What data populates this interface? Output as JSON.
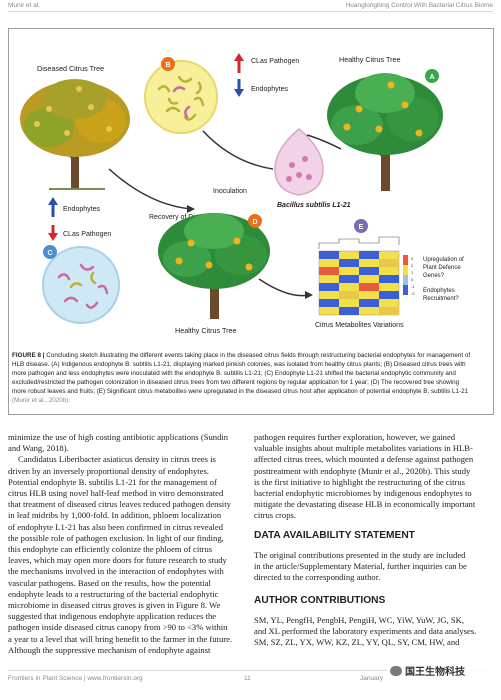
{
  "header": {
    "left": "Munir et al.",
    "right": "Huanglongbing Control With Bacterial Citrus Biome"
  },
  "figure": {
    "labels": {
      "diseased_tree": "Diseased Citrus Tree",
      "healthy_tree_top": "Healthy Citrus Tree",
      "healthy_tree_bottom": "Healthy Citrus Tree",
      "recovery": "Recovery of Diseased Tree",
      "clas_pathogen_b": "CLas Pathogen",
      "endophytes_b": "Endophytes",
      "endophytes_c": "Endophytes",
      "clas_pathogen_c": "CLas Pathogen",
      "inoculation": "Inoculation",
      "bacillus": "Bacillus subtilis L1-21",
      "metabolites": "Citrus Metabolites Variations",
      "upregulation": [
        "Upregulation of",
        "Plant Defence",
        "Genes?"
      ],
      "recruitment": [
        "Endophytes",
        "Recruitment?"
      ],
      "legend_nums": [
        "3",
        "2",
        "1",
        "0",
        "-1",
        "-2"
      ],
      "badges": [
        "A",
        "B",
        "C",
        "D",
        "E"
      ]
    },
    "colors": {
      "leaf_green": "#2e8b3a",
      "leaf_yellow": "#c9a21a",
      "badge_orange": "#e8711c",
      "badge_green": "#3aa84a",
      "badge_blue": "#4a8fd0",
      "badge_purple": "#7d6bb5",
      "arrow_red": "#d62828",
      "arrow_blue": "#2b4fa8",
      "heat_blue": "#3d5fd6",
      "heat_yellow": "#f2e04a"
    }
  },
  "caption": {
    "label": "FIGURE 8 |",
    "lines": [
      " Concluding sketch illustrating the different events taking place in the diseased citrus fields through restructuring bacterial endophytes for management of",
      "HLB disease. (A) Indigenous endophyte B. subtilis L1-21, displaying marked pinkish colonies, was isolated from healthy citrus plants; (B) Diseased citrus trees with",
      "more pathogen and less endophytes were inoculated with the endophyte B. subtilis L1-21; (C) Endophyte L1-21 shifted the bacterial endophytic community and",
      "excluded/restricted the pathogen colonization in diseased citrus trees from two different regions by regular application for 1 year; (D) The recovered tree showing",
      "more robust leaves and fruits; (E) Significant citrus metabolites were upregulated in the diseased citrus host after application of potential endophyte B. subtilis L1-21"
    ],
    "cite": "(Munir et al., 2020b)."
  },
  "left_column": [
    "minimize the use of high costing antibiotic applications (Sundin",
    "and Wang, 2018).",
    "Candidatus Liberibacter asiaticus density in citrus trees is",
    "driven by an inversely proportional density of endophytes.",
    "Potential endophyte B. subtilis L1-21 for the management of",
    "citrus HLB using novel half-leaf method in vitro demonstrated",
    "that treatment of diseased citrus leaves reduced pathogen density",
    "in leaf midribs by 1,000-fold. In addition, phloem localization",
    "of endophyte L1-21 has also been confirmed in citrus revealed",
    "the possible role of pathogen exclusion. In light of our finding,",
    "this endophyte can efficiently colonize the phloem of citrus",
    "leaves, which may open more doors for future research to study",
    "the mechanisms involved in the interaction of endophytes with",
    "vascular pathogens. Based on the results, how the potential",
    "endophyte leads to a restructuring of the bacterial endophytic",
    "microbiome in diseased citrus groves is given in Figure 8. We",
    "suggested that indigenous endophyte application reduces the",
    "pathogen inside diseased citrus canopy from >90 to <3% within",
    "a year to a level that will bring benefit to the farmer in the future.",
    "Although the suppressive mechanism of endophyte against"
  ],
  "right_column_top": [
    "pathogen requires further exploration, however, we gained",
    "valuable insights about multiple metabolites variations in HLB-",
    "affected citrus trees, which mounted a defense against pathogen",
    "posttreatment with endophyte (Munir et al., 2020b). This study",
    "is the first initiative to highlight the restructuring of the citrus",
    "bacterial endophytic microbiomes by indigenous endophytes to",
    "mitigate the devastating disease HLB in economically important",
    "citrus crops."
  ],
  "data_availability": {
    "heading": "DATA AVAILABILITY STATEMENT",
    "lines": [
      "The original contributions presented in the study are included",
      "in the article/Supplementary Material, further inquiries can be",
      "directed to the corresponding author."
    ]
  },
  "author_contributions": {
    "heading": "AUTHOR CONTRIBUTIONS",
    "lines": [
      "SM, YL, PengfH, PengbH, PengiH, WC, YiW, YuW, JG, SK,",
      "and XL performed the laboratory experiments and data analyses.",
      "SM, SZ, ZL, YX, WW, KZ, ZL, YY, QL, SY, CM, HW, and"
    ]
  },
  "footer": {
    "left": "Frontiers in Plant Science | www.frontiersin.org",
    "page": "11",
    "right": "January"
  },
  "watermark": "国王生物科技"
}
